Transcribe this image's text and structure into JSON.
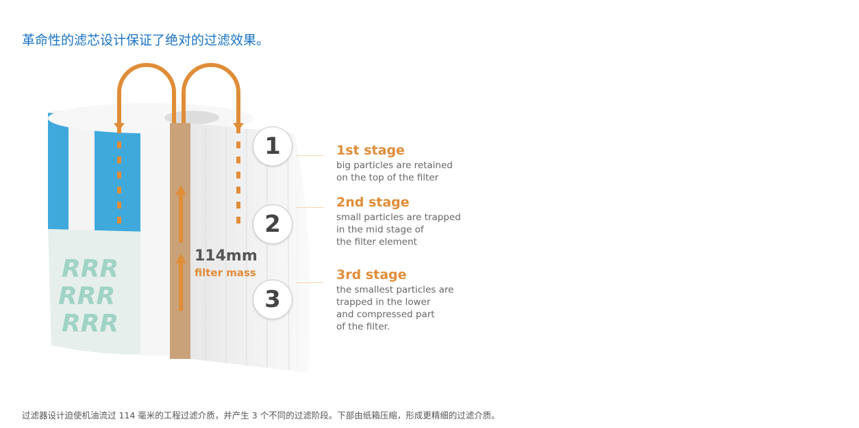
{
  "title": "革命性的滤芯设计保证了绝对的过滤效果。",
  "figure": {
    "length_label": "114mm",
    "mass_label": "filter mass",
    "brand_pattern": "RRR",
    "stages": [
      {
        "number": "1",
        "title": "1st stage",
        "lines": [
          "big particles are retained",
          "on the top of the filter"
        ]
      },
      {
        "number": "2",
        "title": "2nd stage",
        "lines": [
          "small particles are trapped",
          "in the mid stage of",
          "the filter element"
        ]
      },
      {
        "number": "3",
        "title": "3rd stage",
        "lines": [
          "the smallest particles are",
          "trapped in the lower",
          "and compressed part",
          "of the filter."
        ]
      }
    ],
    "colors": {
      "accent": "#e08d38",
      "blue": "#3fa9dc",
      "cardboard": "#c9a27a"
    }
  },
  "caption": "过滤器设计迫使机油流过 114 毫米的工程过滤介质，并产生 3 个不同的过滤阶段。下部由纸箱压缩，形成更精细的过滤介质。"
}
